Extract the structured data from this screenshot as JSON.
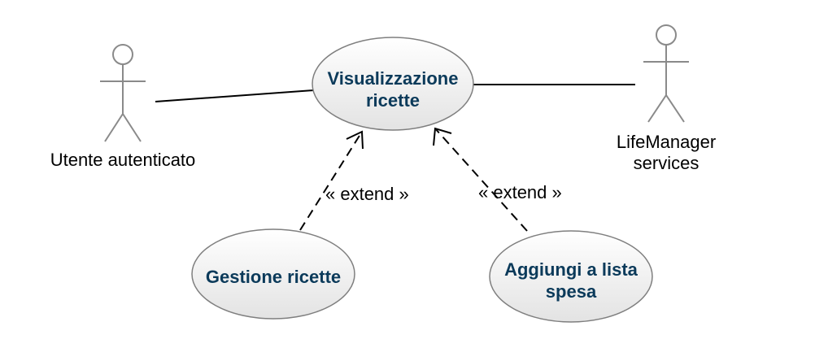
{
  "diagram": {
    "actors": [
      {
        "id": "utente",
        "label": [
          "Utente autenticato"
        ]
      },
      {
        "id": "lifemanager",
        "label": [
          "LifeManager",
          "services"
        ]
      }
    ],
    "use_cases": [
      {
        "id": "visualizzazione",
        "label": [
          "Visualizzazione",
          "ricette"
        ]
      },
      {
        "id": "gestione",
        "label": [
          "Gestione ricette"
        ]
      },
      {
        "id": "aggiungi",
        "label": [
          "Aggiungi a lista",
          "spesa"
        ]
      }
    ],
    "relations": [
      {
        "type": "association",
        "from": "utente",
        "to": "visualizzazione"
      },
      {
        "type": "association",
        "from": "visualizzazione",
        "to": "lifemanager"
      },
      {
        "type": "extend",
        "from": "gestione",
        "to": "visualizzazione",
        "label": "« extend »"
      },
      {
        "type": "extend",
        "from": "aggiungi",
        "to": "visualizzazione",
        "label": "« extend »"
      }
    ],
    "colors": {
      "use_case_fill_top": "#ffffff",
      "use_case_fill_bottom": "#e3e3e3",
      "use_case_stroke": "#7f7f7f",
      "use_case_text": "#0b3a5a",
      "actor_stroke": "#8a8a8a",
      "line": "#000000"
    }
  }
}
